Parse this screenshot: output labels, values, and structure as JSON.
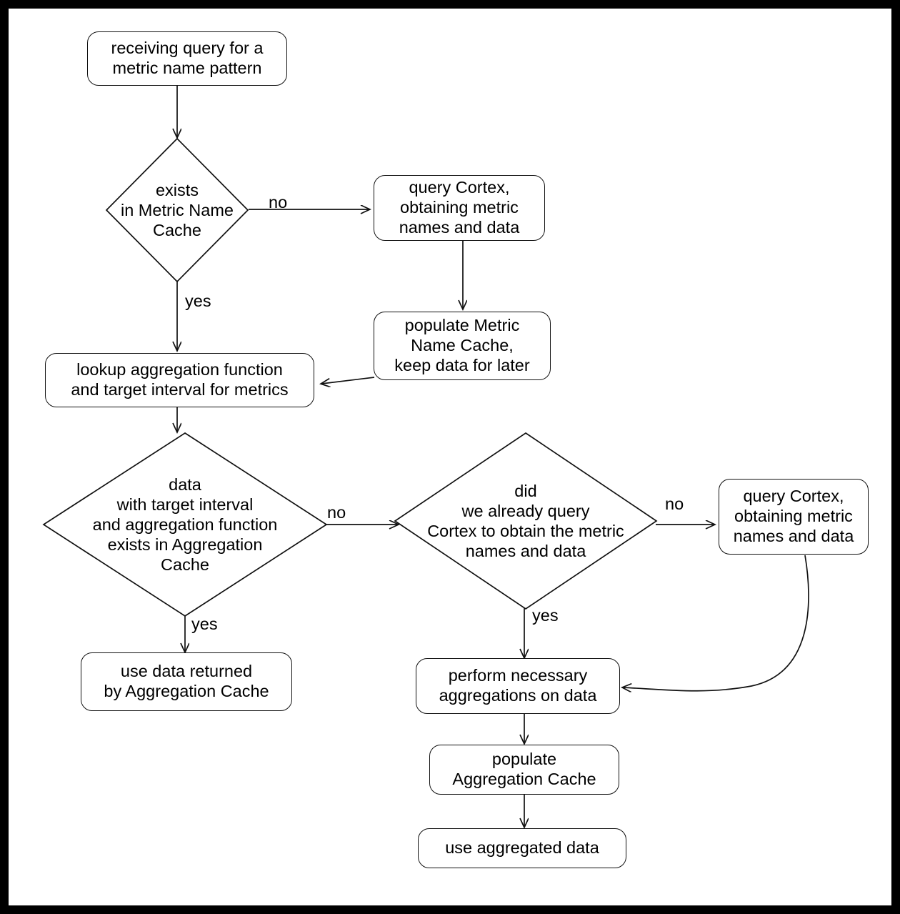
{
  "diagram": {
    "title": "metric query caching flowchart",
    "background": "#ffffff",
    "frame_color": "#000000",
    "stroke_color": "#111111",
    "text_color": "#000000",
    "nodes": {
      "receive_query": "receiving query for a\nmetric name pattern",
      "metric_name_cache_check": "exists\nin Metric Name\nCache",
      "query_cortex_top": "query Cortex,\nobtaining metric\nnames and data",
      "populate_metric_name_cache": "populate Metric\nName Cache,\nkeep data for later",
      "lookup_aggregation": "lookup aggregation function\nand target interval for metrics",
      "aggregation_cache_check": "data\nwith target interval\nand aggregation function\nexists in Aggregation\nCache",
      "already_queried_check": "did\nwe already query\nCortex to obtain the metric\nnames and data",
      "query_cortex_right": "query Cortex,\nobtaining metric\nnames and data",
      "use_cached_data": "use data returned\nby Aggregation Cache",
      "perform_aggregations": "perform necessary\naggregations on data",
      "populate_aggregation_cache": "populate\nAggregation Cache",
      "use_aggregated_data": "use aggregated data"
    },
    "edge_labels": {
      "metric_cache_no": "no",
      "metric_cache_yes": "yes",
      "aggregation_cache_no": "no",
      "aggregation_cache_yes": "yes",
      "already_queried_no": "no",
      "already_queried_yes": "yes"
    }
  }
}
